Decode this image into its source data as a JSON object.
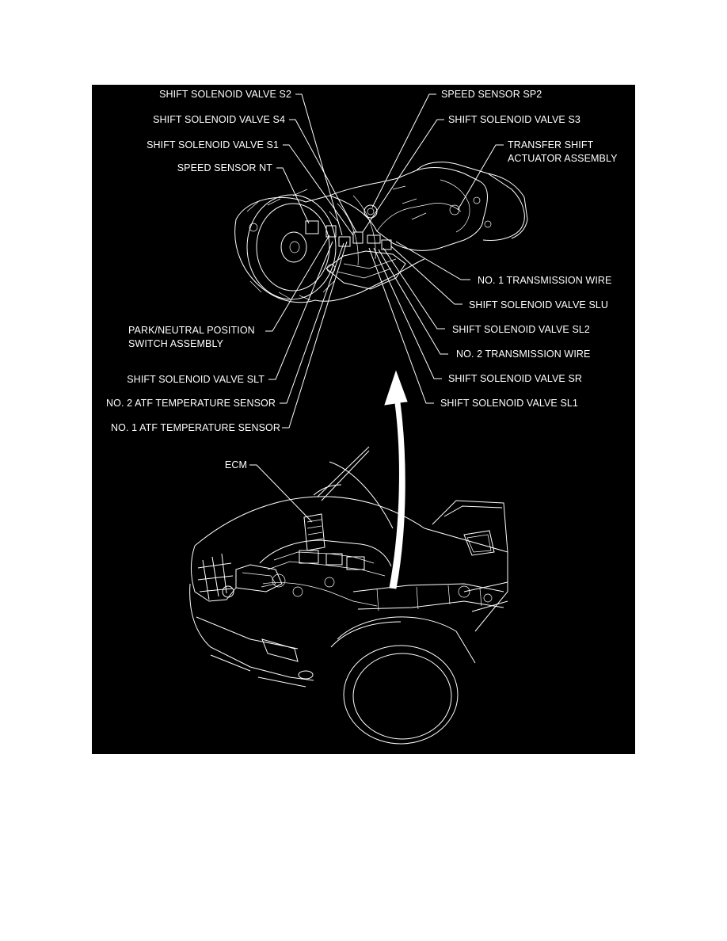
{
  "figure": {
    "background": "#000000",
    "line_color": "#ffffff",
    "callouts": {
      "s2": "SHIFT SOLENOID VALVE S2",
      "s4": "SHIFT SOLENOID VALVE S4",
      "s1": "SHIFT SOLENOID VALVE S1",
      "nt": "SPEED SENSOR NT",
      "park_1": "PARK/NEUTRAL POSITION",
      "park_2": "SWITCH ASSEMBLY",
      "slt": "SHIFT SOLENOID VALVE SLT",
      "atf2": "NO. 2 ATF TEMPERATURE SENSOR",
      "atf1": "NO. 1 ATF TEMPERATURE SENSOR",
      "sp2": "SPEED SENSOR SP2",
      "s3": "SHIFT SOLENOID VALVE S3",
      "transfer_1": "TRANSFER SHIFT",
      "transfer_2": "ACTUATOR ASSEMBLY",
      "wire1": "NO. 1 TRANSMISSION WIRE",
      "slu": "SHIFT SOLENOID VALVE SLU",
      "sl2": "SHIFT SOLENOID VALVE SL2",
      "wire2": "NO. 2 TRANSMISSION WIRE",
      "sr": "SHIFT SOLENOID VALVE SR",
      "sl1": "SHIFT SOLENOID VALVE SL1",
      "ecm": "ECM"
    }
  }
}
